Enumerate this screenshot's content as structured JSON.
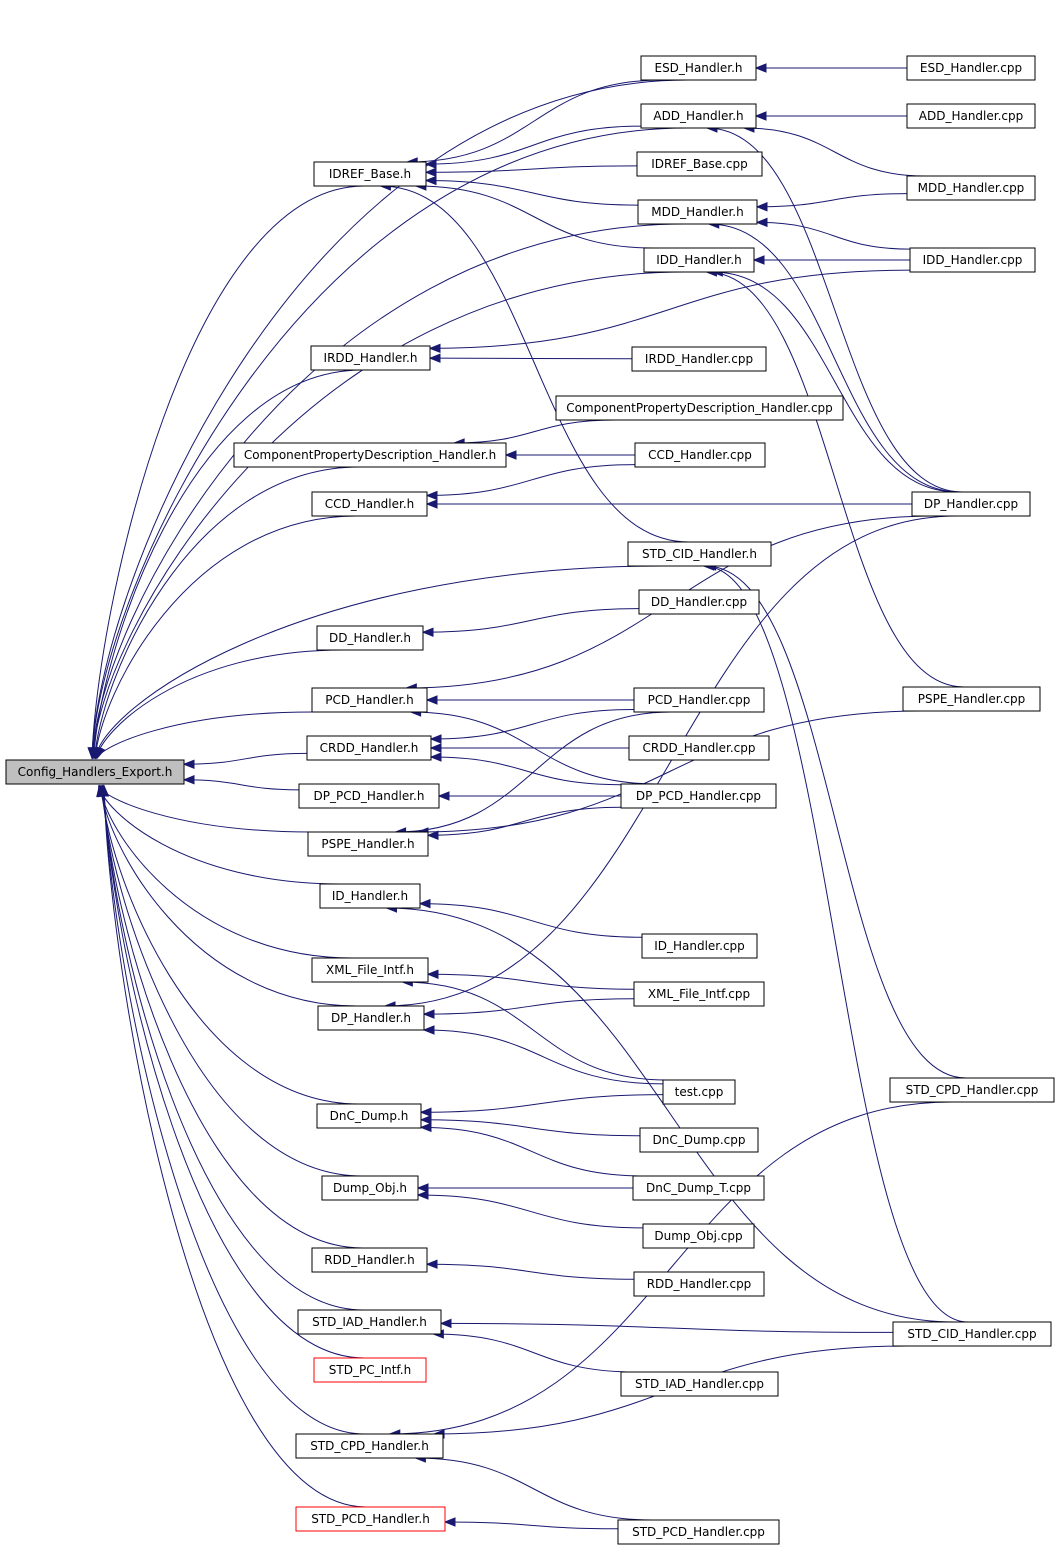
{
  "diagram": {
    "title": "",
    "root": "Config_Handlers_Export.h",
    "colors": {
      "edge": "#191970",
      "node_border": "#000000",
      "root_fill": "#bfbfbf",
      "highlight_border": "#ff0000"
    },
    "nodes": [
      {
        "id": "root",
        "label": "Config_Handlers_Export.h",
        "kind": "root"
      },
      {
        "id": "idref_h",
        "label": "IDREF_Base.h",
        "kind": "header"
      },
      {
        "id": "irdd_h",
        "label": "IRDD_Handler.h",
        "kind": "header"
      },
      {
        "id": "cpd_h",
        "label": "ComponentPropertyDescription_Handler.h",
        "kind": "header"
      },
      {
        "id": "ccd_h",
        "label": "CCD_Handler.h",
        "kind": "header"
      },
      {
        "id": "dd_h",
        "label": "DD_Handler.h",
        "kind": "header"
      },
      {
        "id": "pcd_h",
        "label": "PCD_Handler.h",
        "kind": "header"
      },
      {
        "id": "crdd_h",
        "label": "CRDD_Handler.h",
        "kind": "header"
      },
      {
        "id": "dppcd_h",
        "label": "DP_PCD_Handler.h",
        "kind": "header"
      },
      {
        "id": "pspe_h",
        "label": "PSPE_Handler.h",
        "kind": "header"
      },
      {
        "id": "id_h",
        "label": "ID_Handler.h",
        "kind": "header"
      },
      {
        "id": "xml_h",
        "label": "XML_File_Intf.h",
        "kind": "header"
      },
      {
        "id": "dp_h",
        "label": "DP_Handler.h",
        "kind": "header"
      },
      {
        "id": "dnc_h",
        "label": "DnC_Dump.h",
        "kind": "header"
      },
      {
        "id": "dump_h",
        "label": "Dump_Obj.h",
        "kind": "header"
      },
      {
        "id": "rdd_h",
        "label": "RDD_Handler.h",
        "kind": "header"
      },
      {
        "id": "stdiad_h",
        "label": "STD_IAD_Handler.h",
        "kind": "header"
      },
      {
        "id": "stdpc_h",
        "label": "STD_PC_Intf.h",
        "kind": "highlight"
      },
      {
        "id": "stdcpd_h",
        "label": "STD_CPD_Handler.h",
        "kind": "header"
      },
      {
        "id": "stdpcd_h",
        "label": "STD_PCD_Handler.h",
        "kind": "highlight"
      },
      {
        "id": "esd_h",
        "label": "ESD_Handler.h",
        "kind": "header"
      },
      {
        "id": "add_h",
        "label": "ADD_Handler.h",
        "kind": "header"
      },
      {
        "id": "idref_cpp",
        "label": "IDREF_Base.cpp",
        "kind": "source"
      },
      {
        "id": "mdd_h",
        "label": "MDD_Handler.h",
        "kind": "header"
      },
      {
        "id": "idd_h",
        "label": "IDD_Handler.h",
        "kind": "header"
      },
      {
        "id": "irdd_cpp",
        "label": "IRDD_Handler.cpp",
        "kind": "source"
      },
      {
        "id": "cpd_cpp",
        "label": "ComponentPropertyDescription_Handler.cpp",
        "kind": "source"
      },
      {
        "id": "ccd_cpp",
        "label": "CCD_Handler.cpp",
        "kind": "source"
      },
      {
        "id": "stdcid_h",
        "label": "STD_CID_Handler.h",
        "kind": "header"
      },
      {
        "id": "dd_cpp",
        "label": "DD_Handler.cpp",
        "kind": "source"
      },
      {
        "id": "pcd_cpp",
        "label": "PCD_Handler.cpp",
        "kind": "source"
      },
      {
        "id": "crdd_cpp",
        "label": "CRDD_Handler.cpp",
        "kind": "source"
      },
      {
        "id": "dppcd_cpp",
        "label": "DP_PCD_Handler.cpp",
        "kind": "source"
      },
      {
        "id": "id_cpp",
        "label": "ID_Handler.cpp",
        "kind": "source"
      },
      {
        "id": "xml_cpp",
        "label": "XML_File_Intf.cpp",
        "kind": "source"
      },
      {
        "id": "test_cpp",
        "label": "test.cpp",
        "kind": "source"
      },
      {
        "id": "dnc_cpp",
        "label": "DnC_Dump.cpp",
        "kind": "source"
      },
      {
        "id": "dnct_cpp",
        "label": "DnC_Dump_T.cpp",
        "kind": "source"
      },
      {
        "id": "dump_cpp",
        "label": "Dump_Obj.cpp",
        "kind": "source"
      },
      {
        "id": "rdd_cpp",
        "label": "RDD_Handler.cpp",
        "kind": "source"
      },
      {
        "id": "stdiad_cpp",
        "label": "STD_IAD_Handler.cpp",
        "kind": "source"
      },
      {
        "id": "stdpcd_cpp",
        "label": "STD_PCD_Handler.cpp",
        "kind": "source"
      },
      {
        "id": "esd_cpp",
        "label": "ESD_Handler.cpp",
        "kind": "source"
      },
      {
        "id": "add_cpp",
        "label": "ADD_Handler.cpp",
        "kind": "source"
      },
      {
        "id": "mdd_cpp",
        "label": "MDD_Handler.cpp",
        "kind": "source"
      },
      {
        "id": "idd_cpp",
        "label": "IDD_Handler.cpp",
        "kind": "source"
      },
      {
        "id": "dp_cpp",
        "label": "DP_Handler.cpp",
        "kind": "source"
      },
      {
        "id": "pspe_cpp",
        "label": "PSPE_Handler.cpp",
        "kind": "source"
      },
      {
        "id": "stdcpd_cpp",
        "label": "STD_CPD_Handler.cpp",
        "kind": "source"
      },
      {
        "id": "stdcid_cpp",
        "label": "STD_CID_Handler.cpp",
        "kind": "source"
      }
    ],
    "edges": [
      {
        "from": "idref_h",
        "to": "root"
      },
      {
        "from": "irdd_h",
        "to": "root"
      },
      {
        "from": "cpd_h",
        "to": "root"
      },
      {
        "from": "ccd_h",
        "to": "root"
      },
      {
        "from": "dd_h",
        "to": "root"
      },
      {
        "from": "pcd_h",
        "to": "root"
      },
      {
        "from": "crdd_h",
        "to": "root"
      },
      {
        "from": "dppcd_h",
        "to": "root"
      },
      {
        "from": "pspe_h",
        "to": "root"
      },
      {
        "from": "id_h",
        "to": "root"
      },
      {
        "from": "xml_h",
        "to": "root"
      },
      {
        "from": "dp_h",
        "to": "root"
      },
      {
        "from": "dnc_h",
        "to": "root"
      },
      {
        "from": "dump_h",
        "to": "root"
      },
      {
        "from": "rdd_h",
        "to": "root"
      },
      {
        "from": "stdiad_h",
        "to": "root"
      },
      {
        "from": "stdpc_h",
        "to": "root"
      },
      {
        "from": "stdcpd_h",
        "to": "root"
      },
      {
        "from": "stdpcd_h",
        "to": "root"
      },
      {
        "from": "esd_h",
        "to": "root"
      },
      {
        "from": "add_h",
        "to": "root"
      },
      {
        "from": "mdd_h",
        "to": "root"
      },
      {
        "from": "idd_h",
        "to": "root"
      },
      {
        "from": "stdcid_h",
        "to": "root"
      },
      {
        "from": "esd_h",
        "to": "idref_h"
      },
      {
        "from": "add_h",
        "to": "idref_h"
      },
      {
        "from": "idref_cpp",
        "to": "idref_h"
      },
      {
        "from": "mdd_h",
        "to": "idref_h"
      },
      {
        "from": "idd_h",
        "to": "idref_h"
      },
      {
        "from": "stdcid_h",
        "to": "idref_h"
      },
      {
        "from": "esd_cpp",
        "to": "esd_h"
      },
      {
        "from": "add_cpp",
        "to": "add_h"
      },
      {
        "from": "mdd_cpp",
        "to": "add_h"
      },
      {
        "from": "dp_cpp",
        "to": "add_h"
      },
      {
        "from": "mdd_cpp",
        "to": "mdd_h"
      },
      {
        "from": "idd_cpp",
        "to": "mdd_h"
      },
      {
        "from": "dp_cpp",
        "to": "mdd_h"
      },
      {
        "from": "idd_cpp",
        "to": "idd_h"
      },
      {
        "from": "dp_cpp",
        "to": "idd_h"
      },
      {
        "from": "pspe_cpp",
        "to": "idd_h"
      },
      {
        "from": "irdd_cpp",
        "to": "irdd_h"
      },
      {
        "from": "idd_cpp",
        "to": "irdd_h"
      },
      {
        "from": "cpd_cpp",
        "to": "cpd_h"
      },
      {
        "from": "ccd_cpp",
        "to": "cpd_h"
      },
      {
        "from": "ccd_cpp",
        "to": "ccd_h"
      },
      {
        "from": "dp_cpp",
        "to": "ccd_h"
      },
      {
        "from": "stdcpd_cpp",
        "to": "stdcid_h"
      },
      {
        "from": "stdcid_cpp",
        "to": "stdcid_h"
      },
      {
        "from": "dd_cpp",
        "to": "dd_h"
      },
      {
        "from": "pcd_cpp",
        "to": "pcd_h"
      },
      {
        "from": "dppcd_cpp",
        "to": "pcd_h"
      },
      {
        "from": "dp_cpp",
        "to": "pcd_h"
      },
      {
        "from": "pcd_cpp",
        "to": "crdd_h"
      },
      {
        "from": "crdd_cpp",
        "to": "crdd_h"
      },
      {
        "from": "dppcd_cpp",
        "to": "crdd_h"
      },
      {
        "from": "dppcd_cpp",
        "to": "dppcd_h"
      },
      {
        "from": "pcd_cpp",
        "to": "pspe_h"
      },
      {
        "from": "dppcd_cpp",
        "to": "pspe_h"
      },
      {
        "from": "pspe_cpp",
        "to": "pspe_h"
      },
      {
        "from": "id_cpp",
        "to": "id_h"
      },
      {
        "from": "stdcid_cpp",
        "to": "id_h"
      },
      {
        "from": "xml_cpp",
        "to": "xml_h"
      },
      {
        "from": "test_cpp",
        "to": "xml_h"
      },
      {
        "from": "xml_cpp",
        "to": "dp_h"
      },
      {
        "from": "test_cpp",
        "to": "dp_h"
      },
      {
        "from": "dp_cpp",
        "to": "dp_h"
      },
      {
        "from": "test_cpp",
        "to": "dnc_h"
      },
      {
        "from": "dnc_cpp",
        "to": "dnc_h"
      },
      {
        "from": "dnct_cpp",
        "to": "dnc_h"
      },
      {
        "from": "dnct_cpp",
        "to": "dump_h"
      },
      {
        "from": "dump_cpp",
        "to": "dump_h"
      },
      {
        "from": "rdd_cpp",
        "to": "rdd_h"
      },
      {
        "from": "stdcid_cpp",
        "to": "stdiad_h"
      },
      {
        "from": "stdiad_cpp",
        "to": "stdiad_h"
      },
      {
        "from": "stdcpd_cpp",
        "to": "stdcpd_h"
      },
      {
        "from": "stdcid_cpp",
        "to": "stdcpd_h"
      },
      {
        "from": "stdpcd_cpp",
        "to": "stdcpd_h"
      },
      {
        "from": "stdpcd_cpp",
        "to": "stdpcd_h"
      }
    ]
  }
}
